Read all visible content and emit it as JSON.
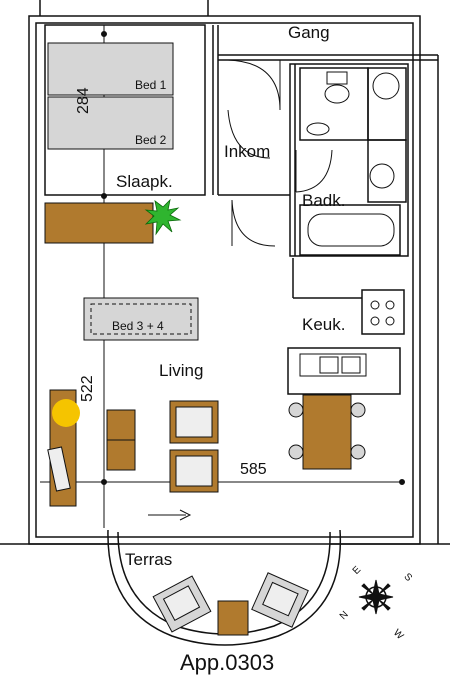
{
  "plan": {
    "title": "App.0303",
    "rooms": {
      "gang": "Gang",
      "inkom": "Inkom",
      "slaapk": "Slaapk.",
      "badk": "Badk.",
      "keuk": "Keuk.",
      "living": "Living",
      "terras": "Terras"
    },
    "beds": {
      "bed1": "Bed 1",
      "bed2": "Bed 2",
      "bed34": "Bed 3 + 4"
    },
    "dimensions": {
      "bedroom": "284",
      "living_height": "522",
      "living_width": "585"
    },
    "compass": {
      "n": "N",
      "e": "E",
      "s": "S",
      "w": "W"
    },
    "colors": {
      "wood": "#b07a2e",
      "bed": "#d6d6d6",
      "wall": "#111111",
      "plant": "#2fb52f",
      "lamp": "#f5c400"
    }
  }
}
